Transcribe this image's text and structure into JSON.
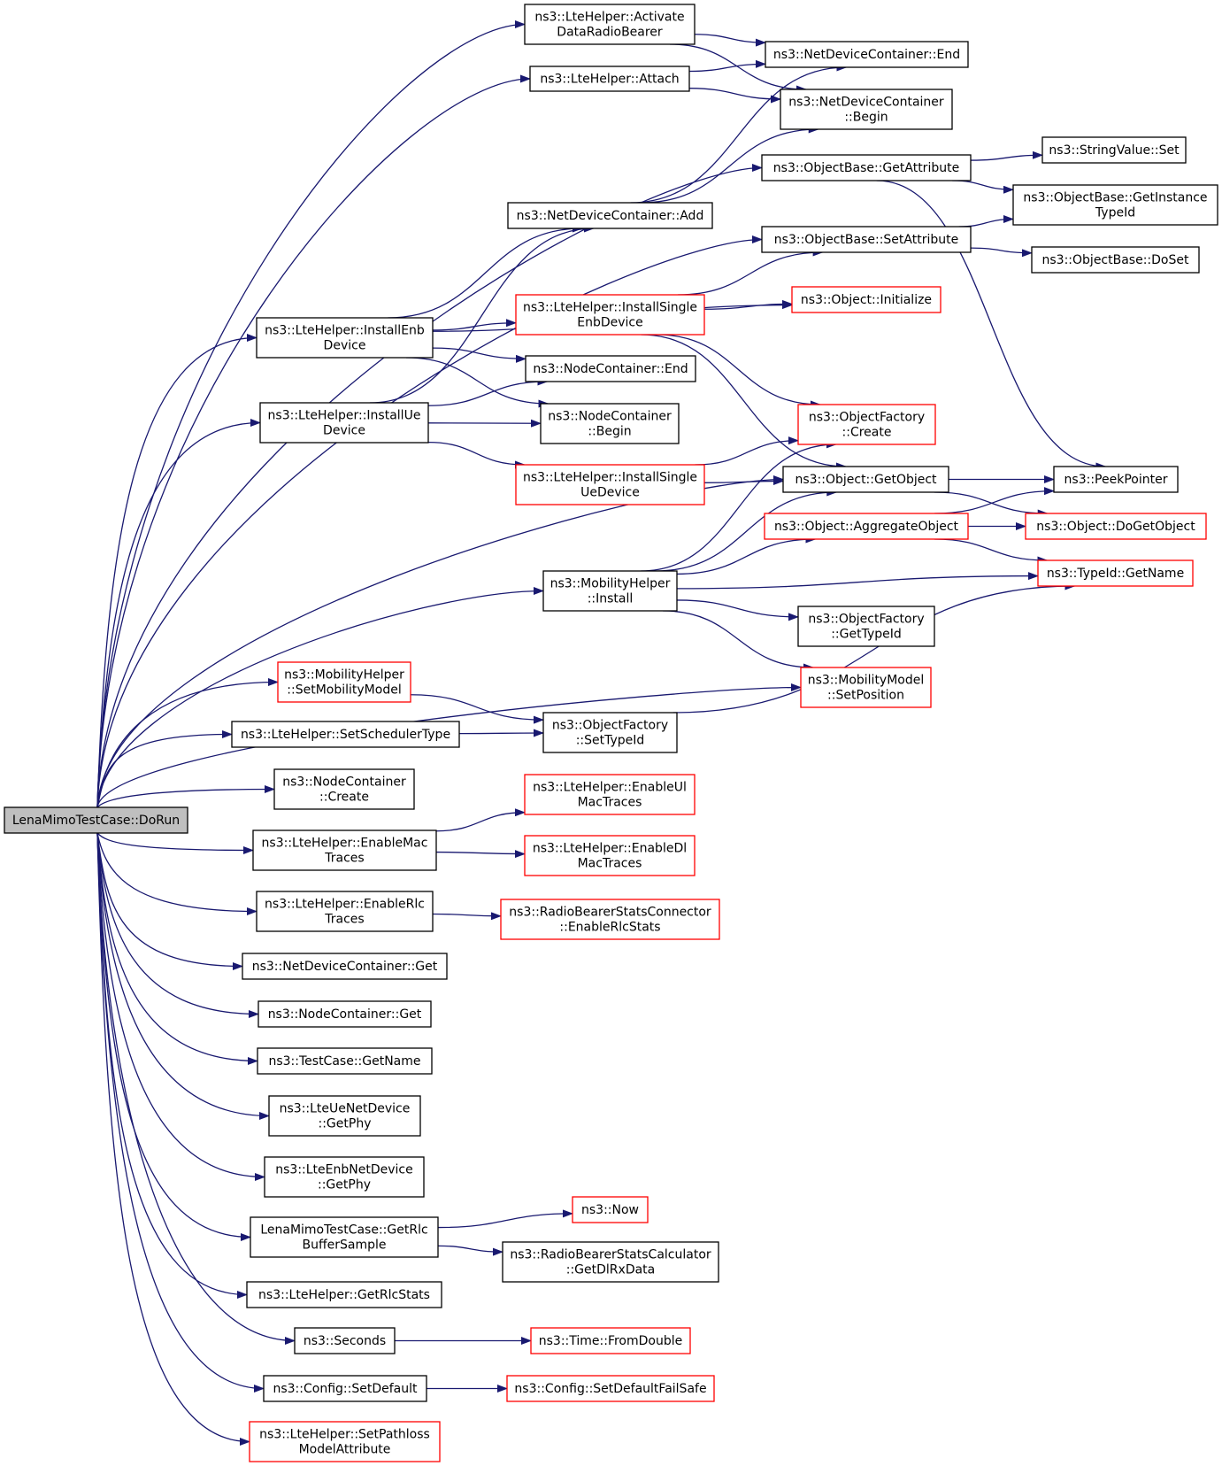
{
  "diagram": {
    "colors": {
      "edge": "#191970",
      "node_border": "#000000",
      "incomplete_border": "#ff0000",
      "root_fill": "#bfbfbf"
    },
    "nodes": [
      {
        "id": "root",
        "lines": [
          "LenaMimoTestCase::DoRun"
        ],
        "style": "root"
      },
      {
        "id": "activate",
        "lines": [
          "ns3::LteHelper::Activate",
          "DataRadioBearer"
        ],
        "style": "black"
      },
      {
        "id": "attach",
        "lines": [
          "ns3::LteHelper::Attach"
        ],
        "style": "black"
      },
      {
        "id": "ndc_end",
        "lines": [
          "ns3::NetDeviceContainer::End"
        ],
        "style": "black"
      },
      {
        "id": "ndc_begin",
        "lines": [
          "ns3::NetDeviceContainer",
          "::Begin"
        ],
        "style": "black"
      },
      {
        "id": "ob_getattr",
        "lines": [
          "ns3::ObjectBase::GetAttribute"
        ],
        "style": "black"
      },
      {
        "id": "sv_set",
        "lines": [
          "ns3::StringValue::Set"
        ],
        "style": "black"
      },
      {
        "id": "ob_getinst",
        "lines": [
          "ns3::ObjectBase::GetInstance",
          "TypeId"
        ],
        "style": "black"
      },
      {
        "id": "ndc_add",
        "lines": [
          "ns3::NetDeviceContainer::Add"
        ],
        "style": "black"
      },
      {
        "id": "ob_setattr",
        "lines": [
          "ns3::ObjectBase::SetAttribute"
        ],
        "style": "black"
      },
      {
        "id": "ob_doset",
        "lines": [
          "ns3::ObjectBase::DoSet"
        ],
        "style": "black"
      },
      {
        "id": "obj_init",
        "lines": [
          "ns3::Object::Initialize"
        ],
        "style": "red"
      },
      {
        "id": "install_single_enb",
        "lines": [
          "ns3::LteHelper::InstallSingle",
          "EnbDevice"
        ],
        "style": "red"
      },
      {
        "id": "install_enb",
        "lines": [
          "ns3::LteHelper::InstallEnb",
          "Device"
        ],
        "style": "black"
      },
      {
        "id": "nc_end",
        "lines": [
          "ns3::NodeContainer::End"
        ],
        "style": "black"
      },
      {
        "id": "install_ue",
        "lines": [
          "ns3::LteHelper::InstallUe",
          "Device"
        ],
        "style": "black"
      },
      {
        "id": "nc_begin",
        "lines": [
          "ns3::NodeContainer",
          "::Begin"
        ],
        "style": "black"
      },
      {
        "id": "of_create",
        "lines": [
          "ns3::ObjectFactory",
          "::Create"
        ],
        "style": "red"
      },
      {
        "id": "install_single_ue",
        "lines": [
          "ns3::LteHelper::InstallSingle",
          "UeDevice"
        ],
        "style": "red"
      },
      {
        "id": "obj_getobj",
        "lines": [
          "ns3::Object::GetObject"
        ],
        "style": "black"
      },
      {
        "id": "peek",
        "lines": [
          "ns3::PeekPointer"
        ],
        "style": "black"
      },
      {
        "id": "obj_aggr",
        "lines": [
          "ns3::Object::AggregateObject"
        ],
        "style": "red"
      },
      {
        "id": "obj_dogetobj",
        "lines": [
          "ns3::Object::DoGetObject"
        ],
        "style": "red"
      },
      {
        "id": "mob_install",
        "lines": [
          "ns3::MobilityHelper",
          "::Install"
        ],
        "style": "black"
      },
      {
        "id": "typeid_getname",
        "lines": [
          "ns3::TypeId::GetName"
        ],
        "style": "red"
      },
      {
        "id": "of_gettypeid",
        "lines": [
          "ns3::ObjectFactory",
          "::GetTypeId"
        ],
        "style": "black"
      },
      {
        "id": "mob_setpos",
        "lines": [
          "ns3::MobilityModel",
          "::SetPosition"
        ],
        "style": "red"
      },
      {
        "id": "mob_setmodel",
        "lines": [
          "ns3::MobilityHelper",
          "::SetMobilityModel"
        ],
        "style": "red"
      },
      {
        "id": "of_settypeid",
        "lines": [
          "ns3::ObjectFactory",
          "::SetTypeId"
        ],
        "style": "black"
      },
      {
        "id": "set_sched",
        "lines": [
          "ns3::LteHelper::SetSchedulerType"
        ],
        "style": "black"
      },
      {
        "id": "nc_create",
        "lines": [
          "ns3::NodeContainer",
          "::Create"
        ],
        "style": "black"
      },
      {
        "id": "enable_ul_mac",
        "lines": [
          "ns3::LteHelper::EnableUl",
          "MacTraces"
        ],
        "style": "red"
      },
      {
        "id": "enable_mac",
        "lines": [
          "ns3::LteHelper::EnableMac",
          "Traces"
        ],
        "style": "black"
      },
      {
        "id": "enable_dl_mac",
        "lines": [
          "ns3::LteHelper::EnableDl",
          "MacTraces"
        ],
        "style": "red"
      },
      {
        "id": "enable_rlc",
        "lines": [
          "ns3::LteHelper::EnableRlc",
          "Traces"
        ],
        "style": "black"
      },
      {
        "id": "rbsc_enable",
        "lines": [
          "ns3::RadioBearerStatsConnector",
          "::EnableRlcStats"
        ],
        "style": "red"
      },
      {
        "id": "ndc_get",
        "lines": [
          "ns3::NetDeviceContainer::Get"
        ],
        "style": "black"
      },
      {
        "id": "nc_get",
        "lines": [
          "ns3::NodeContainer::Get"
        ],
        "style": "black"
      },
      {
        "id": "tc_getname",
        "lines": [
          "ns3::TestCase::GetName"
        ],
        "style": "black"
      },
      {
        "id": "ue_getphy",
        "lines": [
          "ns3::LteUeNetDevice",
          "::GetPhy"
        ],
        "style": "black"
      },
      {
        "id": "enb_getphy",
        "lines": [
          "ns3::LteEnbNetDevice",
          "::GetPhy"
        ],
        "style": "black"
      },
      {
        "id": "now",
        "lines": [
          "ns3::Now"
        ],
        "style": "red"
      },
      {
        "id": "get_rlc_buf",
        "lines": [
          "LenaMimoTestCase::GetRlc",
          "BufferSample"
        ],
        "style": "black"
      },
      {
        "id": "rbscalc",
        "lines": [
          "ns3::RadioBearerStatsCalculator",
          "::GetDlRxData"
        ],
        "style": "black"
      },
      {
        "id": "get_rlc_stats",
        "lines": [
          "ns3::LteHelper::GetRlcStats"
        ],
        "style": "black"
      },
      {
        "id": "seconds",
        "lines": [
          "ns3::Seconds"
        ],
        "style": "black"
      },
      {
        "id": "from_double",
        "lines": [
          "ns3::Time::FromDouble"
        ],
        "style": "red"
      },
      {
        "id": "config_setdef",
        "lines": [
          "ns3::Config::SetDefault"
        ],
        "style": "black"
      },
      {
        "id": "config_failsafe",
        "lines": [
          "ns3::Config::SetDefaultFailSafe"
        ],
        "style": "red"
      },
      {
        "id": "set_pathloss",
        "lines": [
          "ns3::LteHelper::SetPathloss",
          "ModelAttribute"
        ],
        "style": "red"
      }
    ],
    "edges": [
      [
        "root",
        "activate"
      ],
      [
        "root",
        "attach"
      ],
      [
        "root",
        "ob_getattr"
      ],
      [
        "root",
        "ob_setattr"
      ],
      [
        "root",
        "install_enb"
      ],
      [
        "root",
        "install_ue"
      ],
      [
        "root",
        "obj_getobj"
      ],
      [
        "root",
        "mob_install"
      ],
      [
        "root",
        "mob_setpos"
      ],
      [
        "root",
        "mob_setmodel"
      ],
      [
        "root",
        "set_sched"
      ],
      [
        "root",
        "nc_create"
      ],
      [
        "root",
        "enable_mac"
      ],
      [
        "root",
        "enable_rlc"
      ],
      [
        "root",
        "ndc_get"
      ],
      [
        "root",
        "nc_get"
      ],
      [
        "root",
        "tc_getname"
      ],
      [
        "root",
        "ue_getphy"
      ],
      [
        "root",
        "enb_getphy"
      ],
      [
        "root",
        "get_rlc_buf"
      ],
      [
        "root",
        "get_rlc_stats"
      ],
      [
        "root",
        "seconds"
      ],
      [
        "root",
        "config_setdef"
      ],
      [
        "root",
        "set_pathloss"
      ],
      [
        "activate",
        "ndc_end"
      ],
      [
        "activate",
        "ndc_begin"
      ],
      [
        "attach",
        "ndc_end"
      ],
      [
        "attach",
        "ndc_begin"
      ],
      [
        "ob_getattr",
        "sv_set"
      ],
      [
        "ob_getattr",
        "ob_getinst"
      ],
      [
        "ob_getattr",
        "peek"
      ],
      [
        "ob_setattr",
        "ob_getinst"
      ],
      [
        "ob_setattr",
        "ob_doset"
      ],
      [
        "ndc_add",
        "ndc_end"
      ],
      [
        "ndc_add",
        "ndc_begin"
      ],
      [
        "install_enb",
        "ndc_add"
      ],
      [
        "install_enb",
        "obj_init"
      ],
      [
        "install_enb",
        "install_single_enb"
      ],
      [
        "install_enb",
        "nc_end"
      ],
      [
        "install_enb",
        "nc_begin"
      ],
      [
        "install_single_enb",
        "ob_setattr"
      ],
      [
        "install_single_enb",
        "obj_init"
      ],
      [
        "install_single_enb",
        "of_create"
      ],
      [
        "install_single_enb",
        "obj_getobj"
      ],
      [
        "install_ue",
        "ndc_add"
      ],
      [
        "install_ue",
        "nc_end"
      ],
      [
        "install_ue",
        "nc_begin"
      ],
      [
        "install_ue",
        "install_single_ue"
      ],
      [
        "install_single_ue",
        "of_create"
      ],
      [
        "install_single_ue",
        "obj_getobj"
      ],
      [
        "obj_getobj",
        "peek"
      ],
      [
        "obj_getobj",
        "obj_dogetobj"
      ],
      [
        "obj_aggr",
        "peek"
      ],
      [
        "obj_aggr",
        "obj_dogetobj"
      ],
      [
        "obj_aggr",
        "typeid_getname"
      ],
      [
        "mob_install",
        "of_create"
      ],
      [
        "mob_install",
        "obj_getobj"
      ],
      [
        "mob_install",
        "obj_aggr"
      ],
      [
        "mob_install",
        "typeid_getname"
      ],
      [
        "mob_install",
        "of_gettypeid"
      ],
      [
        "mob_install",
        "mob_setpos"
      ],
      [
        "mob_setmodel",
        "of_settypeid"
      ],
      [
        "set_sched",
        "of_settypeid"
      ],
      [
        "of_settypeid",
        "typeid_getname"
      ],
      [
        "enable_mac",
        "enable_ul_mac"
      ],
      [
        "enable_mac",
        "enable_dl_mac"
      ],
      [
        "enable_rlc",
        "rbsc_enable"
      ],
      [
        "get_rlc_buf",
        "now"
      ],
      [
        "get_rlc_buf",
        "rbscalc"
      ],
      [
        "seconds",
        "from_double"
      ],
      [
        "config_setdef",
        "config_failsafe"
      ]
    ]
  }
}
